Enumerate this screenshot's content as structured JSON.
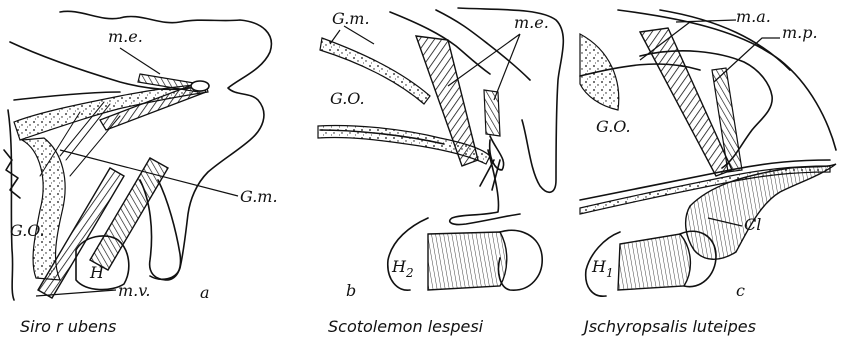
{
  "panels": [
    {
      "letter": "a",
      "species": "Siro r ubens",
      "labels": {
        "me": "m.e.",
        "gm": "G.m.",
        "go": "G.O.",
        "h": "H",
        "mv": "m.v."
      }
    },
    {
      "letter": "b",
      "species": "Scotolemon lespesi",
      "labels": {
        "gm": "G.m.",
        "me": "m.e.",
        "go": "G.O.",
        "h": "H",
        "hsub": "2"
      }
    },
    {
      "letter": "c",
      "species": "Jschyropsalis luteipes",
      "labels": {
        "ma": "m.a.",
        "mp": "m.p.",
        "go": "G.O.",
        "cl": "Cl",
        "h": "H",
        "hsub": "1"
      }
    }
  ]
}
